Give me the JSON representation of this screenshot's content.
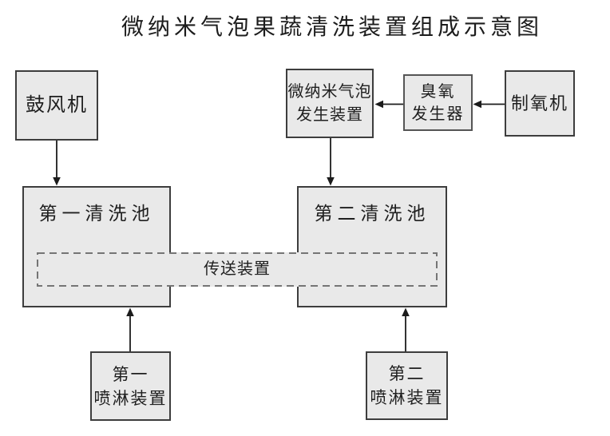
{
  "title": "微纳米气泡果蔬清洗装置组成示意图",
  "nodes": {
    "blower": {
      "id": "blower",
      "lines": [
        "鼓风机"
      ]
    },
    "bubble_generator": {
      "id": "bubble_generator",
      "lines": [
        "微纳米气泡",
        "发生装置"
      ]
    },
    "ozone_generator": {
      "id": "ozone_generator",
      "lines": [
        "臭氧",
        "发生器"
      ]
    },
    "oxygen_machine": {
      "id": "oxygen_machine",
      "lines": [
        "制氧机"
      ]
    },
    "pool1": {
      "id": "pool1",
      "lines": [
        "第一清洗池"
      ]
    },
    "pool2": {
      "id": "pool2",
      "lines": [
        "第二清洗池"
      ]
    },
    "conveyor": {
      "id": "conveyor",
      "lines": [
        "传送装置"
      ],
      "border_style": "dashed"
    },
    "spray1": {
      "id": "spray1",
      "lines": [
        "第一",
        "喷淋装置"
      ]
    },
    "spray2": {
      "id": "spray2",
      "lines": [
        "第二",
        "喷淋装置"
      ]
    }
  },
  "connections": [
    {
      "from": "blower",
      "to": "pool1",
      "direction": "down"
    },
    {
      "from": "bubble_generator",
      "to": "pool2",
      "direction": "down"
    },
    {
      "from": "oxygen_machine",
      "to": "ozone_generator",
      "direction": "left"
    },
    {
      "from": "ozone_generator",
      "to": "bubble_generator",
      "direction": "left"
    },
    {
      "from": "spray1",
      "to": "pool1",
      "direction": "up"
    },
    {
      "from": "spray2",
      "to": "pool2",
      "direction": "up"
    }
  ],
  "colors": {
    "background": "#ffffff",
    "box_fill": "#e9e9e9",
    "box_border": "#3d3d3d",
    "dashed_border": "#757575",
    "arrow": "#1c1c1c",
    "text": "#1f1f1f"
  }
}
